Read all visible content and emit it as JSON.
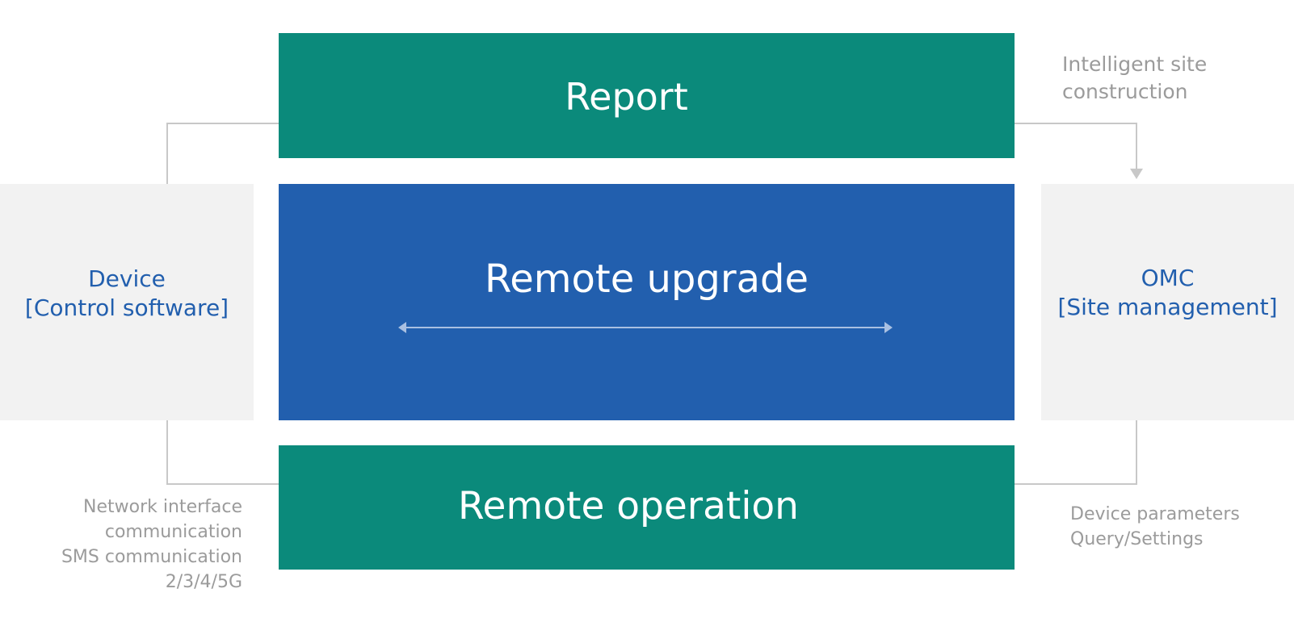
{
  "boxes": {
    "report": "Report",
    "remote_upgrade": "Remote upgrade",
    "remote_operation": "Remote operation",
    "device": [
      "Device",
      "[Control software]"
    ],
    "omc": [
      "OMC",
      "[Site management]"
    ]
  },
  "notes": {
    "intelligent": [
      "Intelligent site",
      "construction"
    ],
    "network": [
      "Network interface",
      "communication",
      "SMS communication",
      "2/3/4/5G"
    ],
    "params": [
      "Device parameters",
      "Query/Settings"
    ]
  },
  "colors": {
    "teal": "#0b8a7b",
    "blue": "#225fae",
    "grey_box": "#f2f2f2",
    "connector": "#c8c8c8",
    "note_text": "#9b9b9b"
  }
}
